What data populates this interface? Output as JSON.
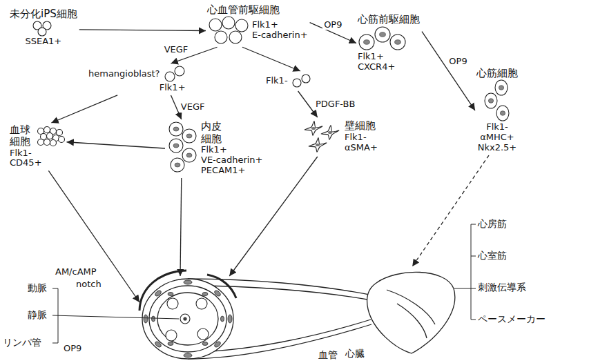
{
  "diagram": {
    "nodes": [
      {
        "text": [
          "未分化iPS細胞",
          "SSEA1+"
        ]
      },
      {
        "text": [
          "心血管前駆細胞",
          "Flk1+",
          "E-cadherin+"
        ]
      },
      {
        "text": [
          "hemangioblast?",
          "Flk1+"
        ]
      },
      {
        "text": [
          "Flk1-"
        ]
      },
      {
        "text": [
          "心筋前駆細胞",
          "Flk1+",
          "CXCR4+"
        ]
      },
      {
        "text": [
          "心筋細胞",
          "Flk1-",
          "αMHC+",
          "Nkx2.5+"
        ]
      },
      {
        "text": [
          "血球 細胞",
          "Flk1-",
          "CD45+"
        ]
      },
      {
        "text": [
          "内皮 細胞",
          "Flk1+",
          "VE-cadherin+",
          "PECAM1+"
        ]
      },
      {
        "text": [
          "壁細胞",
          "Flk1-",
          "αSMA+"
        ]
      },
      {
        "text": [
          "血管"
        ]
      },
      {
        "text": [
          "心臓"
        ]
      }
    ],
    "edges": [
      {
        "from": 0,
        "to": 1,
        "arrow": "to"
      },
      {
        "from": 1,
        "to": 2,
        "label": "VEGF",
        "arrow": "to"
      },
      {
        "from": 1,
        "to": 3,
        "arrow": "to"
      },
      {
        "from": 1,
        "to": 4,
        "label": "OP9",
        "arrow": "to"
      },
      {
        "from": 4,
        "to": 5,
        "label": "OP9",
        "arrow": "to"
      },
      {
        "from": 2,
        "to": 6,
        "arrow": "to"
      },
      {
        "from": 2,
        "to": 7,
        "label": "VEGF",
        "arrow": "to"
      },
      {
        "from": 3,
        "to": 8,
        "label": "PDGF-BB",
        "arrow": "to"
      },
      {
        "from": 7,
        "to": 6,
        "arrow": "to"
      },
      {
        "from": 6,
        "to": 9,
        "arrow": "to"
      },
      {
        "from": 7,
        "to": 9,
        "arrow": "to"
      },
      {
        "from": 8,
        "to": 9,
        "arrow": "to"
      },
      {
        "from": 5,
        "to": 10,
        "arrow": "to"
      }
    ],
    "labels": [
      "AM/cAMP",
      "notch",
      "動脈",
      "静脈",
      "リンパ管",
      "OP9",
      "心房筋",
      "心室筋",
      "刺激伝導系",
      "ペースメーカー"
    ]
  }
}
